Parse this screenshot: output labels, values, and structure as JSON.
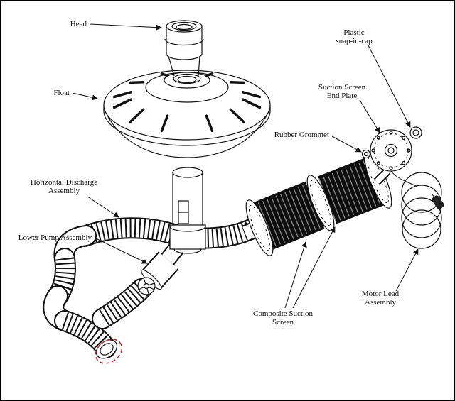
{
  "colors": {
    "line": "#111111",
    "highlight": "#cc2a2a",
    "background": "#ffffff"
  },
  "labels": {
    "head": "Head",
    "float": "Float",
    "plastic_cap_line1": "Plastic",
    "plastic_cap_line2": "snap-in-cap",
    "end_plate_line1": "Suction Screen",
    "end_plate_line2": "End Plate",
    "rubber_grommet": "Rubber Grommet",
    "horizontal_discharge_line1": "Horizontal Discharge",
    "horizontal_discharge_line2": "Assembly",
    "lower_pump": "Lower Pump Assembly",
    "composite_screen_line1": "Composite Suction",
    "composite_screen_line2": "Screen",
    "motor_lead_line1": "Motor Lead",
    "motor_lead_line2": "Assembly"
  }
}
